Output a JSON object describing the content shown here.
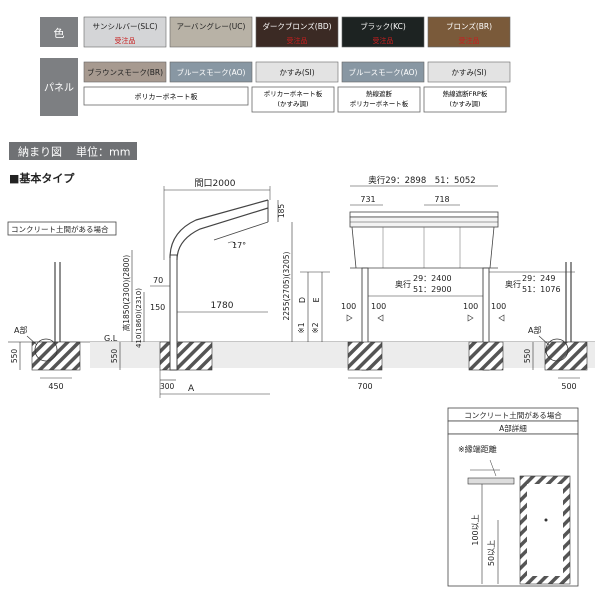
{
  "colors": {
    "row_label_bg": "#7d7f82",
    "section_header_bg": "#6f7174",
    "sun_silver": "#d4d5d7",
    "urban_gray": "#b8b2a6",
    "dark_bronze": "#3b2a24",
    "black": "#1d2322",
    "bronze": "#7a5a3a",
    "brown_smoke": "#a79a90",
    "blue_smoke": "#8897a3",
    "kasumi": "#e3e3e3",
    "red_note": "#c81e1e",
    "hatch": "#555555",
    "ground": "#d9d9d9"
  },
  "color_row": {
    "label": "色",
    "swatches": [
      {
        "name": "サンシルバー(SLC)",
        "note": "受注品",
        "color": "sun_silver",
        "text": "dark"
      },
      {
        "name": "アーバングレー(UC)",
        "note": "",
        "color": "urban_gray",
        "text": "dark"
      },
      {
        "name": "ダークブロンズ(BD)",
        "note": "受注品",
        "color": "dark_bronze",
        "text": "light"
      },
      {
        "name": "ブラック(KC)",
        "note": "受注品",
        "color": "black",
        "text": "light"
      },
      {
        "name": "ブロンズ(BR)",
        "note": "受注品",
        "color": "bronze",
        "text": "light"
      }
    ]
  },
  "panel_row": {
    "label": "パネル",
    "swatches": [
      {
        "name": "ブラウンスモーク(BR)",
        "color": "brown_smoke",
        "text": "dark"
      },
      {
        "name": "ブルースモーク(AO)",
        "color": "blue_smoke",
        "text": "light"
      },
      {
        "name": "かすみ(SI)",
        "color": "kasumi",
        "text": "dark"
      },
      {
        "name": "ブルースモーク(AO)",
        "color": "blue_smoke",
        "text": "light"
      },
      {
        "name": "かすみ(SI)",
        "color": "kasumi",
        "text": "dark"
      }
    ],
    "notes": [
      {
        "lines": [
          "ポリカーボネート板"
        ]
      },
      {
        "lines": [
          "ポリカーボネート板",
          "(かすみ調)"
        ]
      },
      {
        "lines": [
          "熱線遮断",
          "ポリカーボネート板"
        ]
      },
      {
        "lines": [
          "熱線遮断FRP板",
          "(かすみ調)"
        ]
      }
    ]
  },
  "section_header": {
    "title": "納まり図",
    "unit": "単位：mm"
  },
  "basic_type": "■基本タイプ",
  "left_detail": {
    "heading": "コンクリート土間がある場合",
    "a_part": "A部",
    "dim_550": "550",
    "dim_450": "450"
  },
  "side_view": {
    "opening": "間口2000",
    "angle": "17°",
    "dim_185": "185",
    "dim_3205": "2255(2705)(3205)",
    "dim_height": "高1850(2300)(2800)",
    "dim_410": "410(1860)(2310)",
    "dim_70": "70",
    "dim_150": "150",
    "dim_1780": "1780",
    "dim_550": "550",
    "dim_300": "300",
    "letter_a": "A",
    "gl": "G.L",
    "note_1": "※1",
    "note_2": "※2",
    "letter_d": "D",
    "letter_e": "E"
  },
  "front_view": {
    "depth": "奥行29：2898　51：5052",
    "dim_731": "731",
    "dim_718": "718",
    "inner_depth_label": "奥行",
    "inner_depth_29": "29：2400",
    "inner_depth_51": "51：2900",
    "right_depth_label": "奥行",
    "right_depth_29": "29：249",
    "right_depth_51": "51：1076",
    "dim_100a": "100",
    "dim_100b": "100",
    "dim_100c": "100",
    "dim_100d": "100",
    "dim_700": "700"
  },
  "right_detail": {
    "a_part": "A部",
    "dim_550": "550",
    "dim_500": "500"
  },
  "inset": {
    "heading": "コンクリート土間がある場合",
    "subheading": "A部詳細",
    "edge_note": "※縁端距離",
    "dim_100": "100以上",
    "dim_50": "50以上"
  }
}
